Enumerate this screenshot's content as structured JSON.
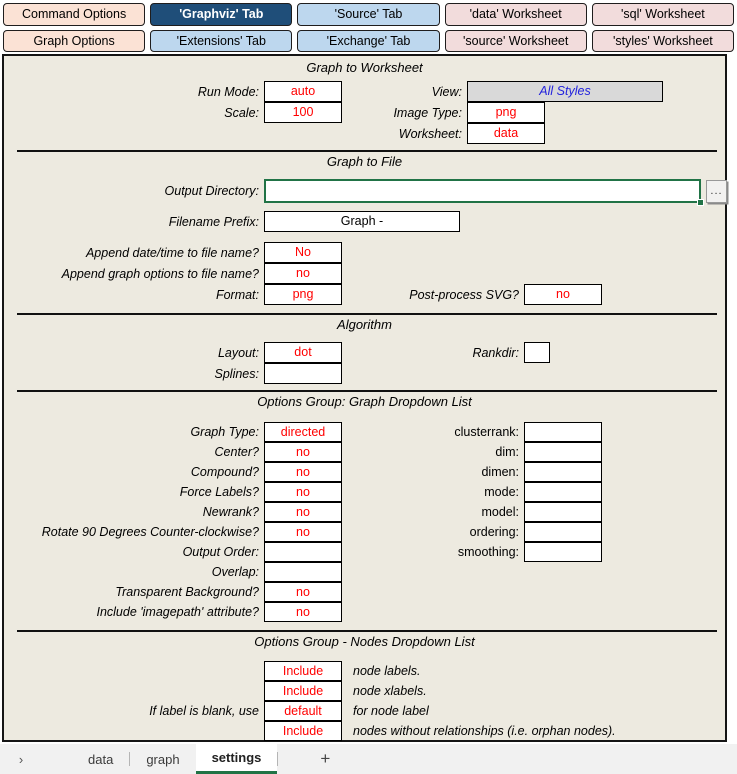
{
  "toolbar": {
    "buttons": [
      {
        "label": "Command Options"
      },
      {
        "label": "'Graphviz' Tab"
      },
      {
        "label": "'Source' Tab"
      },
      {
        "label": "'data' Worksheet"
      },
      {
        "label": "'sql' Worksheet"
      },
      {
        "label": "Graph Options"
      },
      {
        "label": "'Extensions' Tab"
      },
      {
        "label": "'Exchange' Tab"
      },
      {
        "label": "'source' Worksheet"
      },
      {
        "label": "'styles' Worksheet"
      }
    ]
  },
  "sections": {
    "graph_to_worksheet": {
      "title": "Graph to Worksheet",
      "run_mode": {
        "label": "Run Mode:",
        "value": "auto"
      },
      "scale": {
        "label": "Scale:",
        "value": "100"
      },
      "view": {
        "label": "View:",
        "value": "All Styles"
      },
      "image_type": {
        "label": "Image Type:",
        "value": "png"
      },
      "worksheet": {
        "label": "Worksheet:",
        "value": "data"
      }
    },
    "graph_to_file": {
      "title": "Graph to File",
      "output_directory": {
        "label": "Output Directory:",
        "value": "",
        "browse": "..."
      },
      "filename_prefix": {
        "label": "Filename Prefix:",
        "value": "Graph -"
      },
      "append_datetime": {
        "label": "Append date/time to file name?",
        "value": "No"
      },
      "append_options": {
        "label": "Append graph options to file name?",
        "value": "no"
      },
      "format": {
        "label": "Format:",
        "value": "png"
      },
      "post_process_svg": {
        "label": "Post-process SVG?",
        "value": "no"
      }
    },
    "algorithm": {
      "title": "Algorithm",
      "layout": {
        "label": "Layout:",
        "value": "dot"
      },
      "rankdir": {
        "label": "Rankdir:",
        "value": ""
      },
      "splines": {
        "label": "Splines:",
        "value": ""
      }
    },
    "graph_options": {
      "title": "Options Group: Graph Dropdown List",
      "left": [
        {
          "label": "Graph Type:",
          "value": "directed"
        },
        {
          "label": "Center?",
          "value": "no"
        },
        {
          "label": "Compound?",
          "value": "no"
        },
        {
          "label": "Force Labels?",
          "value": "no"
        },
        {
          "label": "Newrank?",
          "value": "no"
        },
        {
          "label": "Rotate 90 Degrees Counter-clockwise?",
          "value": "no"
        },
        {
          "label": "Output Order:",
          "value": ""
        },
        {
          "label": "Overlap:",
          "value": ""
        },
        {
          "label": "Transparent Background?",
          "value": "no"
        },
        {
          "label": "Include 'imagepath' attribute?",
          "value": "no"
        }
      ],
      "right": [
        {
          "label": "clusterrank:",
          "value": ""
        },
        {
          "label": "dim:",
          "value": ""
        },
        {
          "label": "dimen:",
          "value": ""
        },
        {
          "label": "mode:",
          "value": ""
        },
        {
          "label": "model:",
          "value": ""
        },
        {
          "label": "ordering:",
          "value": ""
        },
        {
          "label": "smoothing:",
          "value": ""
        }
      ]
    },
    "nodes_options": {
      "title": "Options Group - Nodes Dropdown List",
      "rows": [
        {
          "pre": "",
          "value": "Include",
          "post": "node labels."
        },
        {
          "pre": "",
          "value": "Include",
          "post": "node xlabels."
        },
        {
          "pre": "If label is blank, use",
          "value": "default",
          "post": "for node label"
        },
        {
          "pre": "",
          "value": "Include",
          "post": "nodes without relationships (i.e. orphan nodes)."
        }
      ]
    }
  },
  "footer": {
    "back_arrow": "›",
    "tabs": [
      {
        "label": "data",
        "active": false
      },
      {
        "label": "graph",
        "active": false
      },
      {
        "label": "settings",
        "active": true
      }
    ],
    "add_label": "+"
  },
  "colors": {
    "panel_background": "#EDEAE0",
    "button_peach": "#FBE2D5",
    "button_blue": "#BDD7EE",
    "button_pink": "#F2DCDC",
    "active_tab_blue": "#1F4E79",
    "value_red": "#FF0000",
    "link_blue": "#2222DD",
    "selection_green": "#217346",
    "view_box_gray": "#D9D9D9"
  }
}
